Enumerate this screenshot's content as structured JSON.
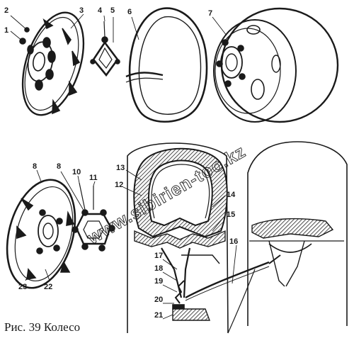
{
  "caption": "Рис. 39 Колесо",
  "watermark": "www.sibirien-too.kz",
  "part_numbers": {
    "n1": "1",
    "n2": "2",
    "n3": "3",
    "n4": "4",
    "n5": "5",
    "n6": "6",
    "n7": "7",
    "n8a": "8",
    "n8b": "8",
    "n10": "10",
    "n11": "11",
    "n12": "12",
    "n13": "13",
    "n14": "14",
    "n15": "15",
    "n16": "16",
    "n17": "17",
    "n18": "18",
    "n19": "19",
    "n20": "20",
    "n21": "21",
    "n22": "22",
    "n23": "23"
  }
}
